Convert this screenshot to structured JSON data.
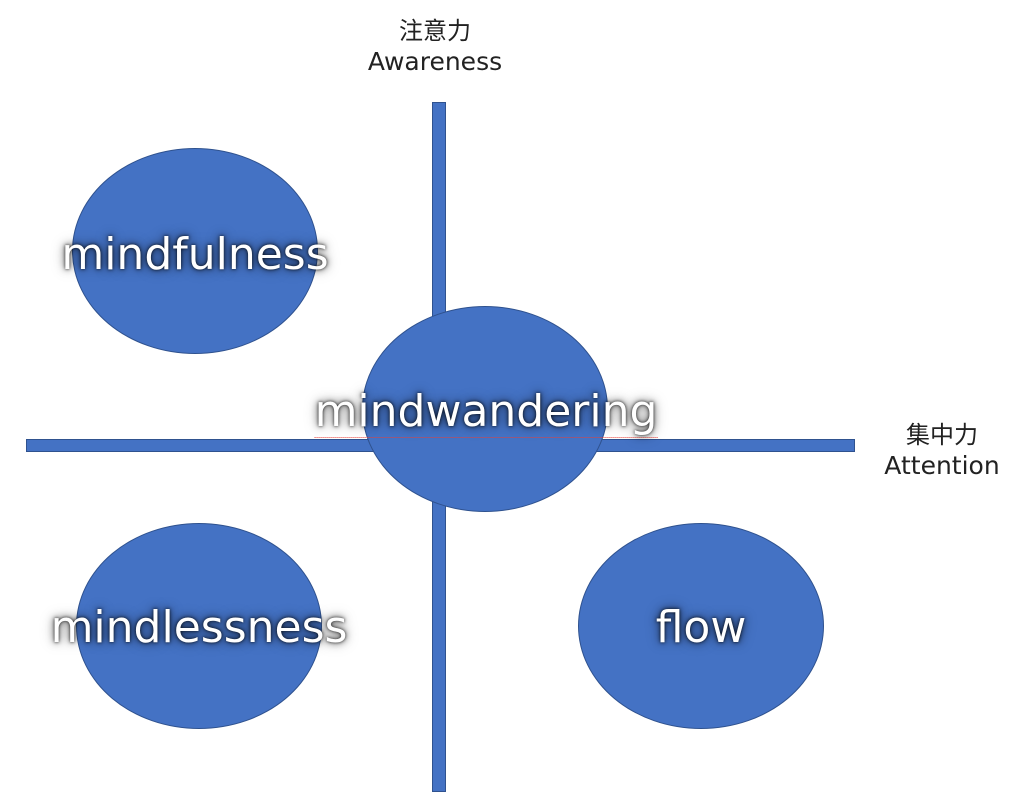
{
  "colors": {
    "node_fill": "#4472C4",
    "node_stroke": "#2F528F",
    "axis_fill": "#4472C4",
    "label_text": "#ffffff",
    "axis_label_text": "#222222"
  },
  "axes": {
    "vertical": {
      "label_jp": "注意力",
      "label_en": "Awareness"
    },
    "horizontal": {
      "label_jp": "集中力",
      "label_en": "Attention"
    }
  },
  "nodes": {
    "mindfulness": {
      "label": "mindfulness"
    },
    "mindlessness": {
      "label": "mindlessness"
    },
    "flow": {
      "label": "flow"
    },
    "mindwandering": {
      "label": "mindwandering"
    }
  }
}
